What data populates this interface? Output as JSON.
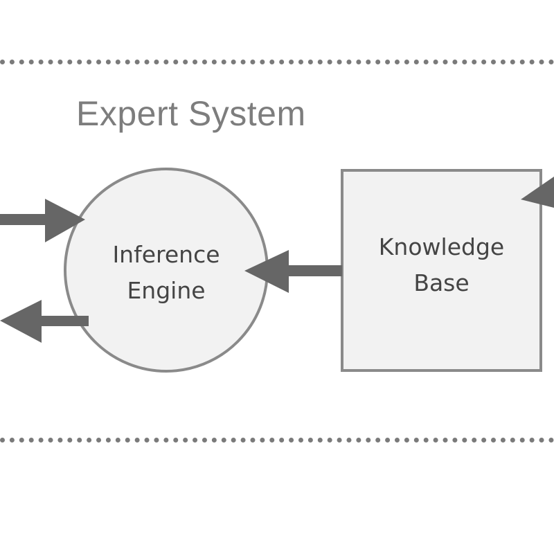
{
  "diagram": {
    "title": "Expert System",
    "inference_engine": {
      "line1": "Inference",
      "line2": "Engine"
    },
    "knowledge_base": {
      "line1": "Knowledge",
      "line2": "Base"
    }
  },
  "colors": {
    "border": "#7a7a7a",
    "title_text": "#7d7d7d",
    "node_fill": "#f2f2f2",
    "node_stroke": "#8a8a8a",
    "arrow": "#666666",
    "node_text": "#444444"
  }
}
